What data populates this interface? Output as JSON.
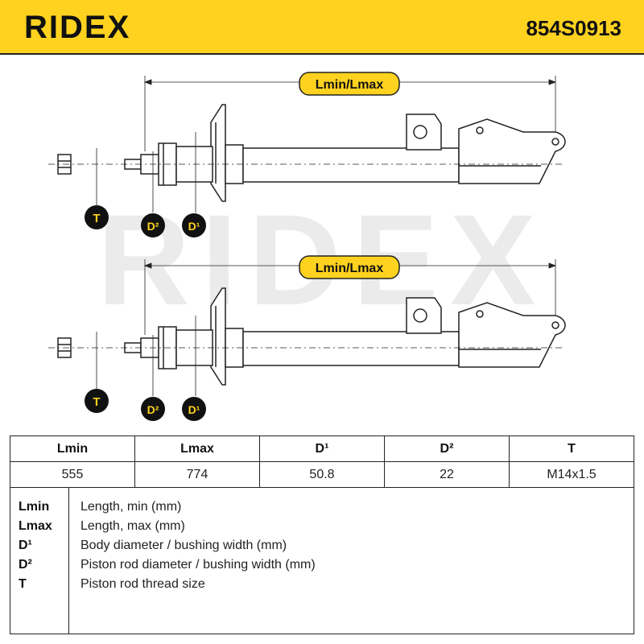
{
  "header": {
    "brand": "RIDEX",
    "part_number": "854S0913",
    "accent_color": "#ffd21f"
  },
  "drawing": {
    "watermark": "RIDEX",
    "dimension_label": "Lmin/Lmax",
    "badges": {
      "t": "T",
      "d2": "D²",
      "d1": "D¹"
    }
  },
  "spec_table": {
    "headers": [
      "Lmin",
      "Lmax",
      "D¹",
      "D²",
      "T"
    ],
    "values": [
      "555",
      "774",
      "50.8",
      "22",
      "M14x1.5"
    ]
  },
  "legend": [
    {
      "key": "Lmin",
      "description": "Length, min (mm)"
    },
    {
      "key": "Lmax",
      "description": "Length, max (mm)"
    },
    {
      "key": "D¹",
      "description": "Body diameter / bushing width (mm)"
    },
    {
      "key": "D²",
      "description": "Piston rod diameter / bushing width (mm)"
    },
    {
      "key": "T",
      "description": "Piston rod thread size"
    }
  ]
}
